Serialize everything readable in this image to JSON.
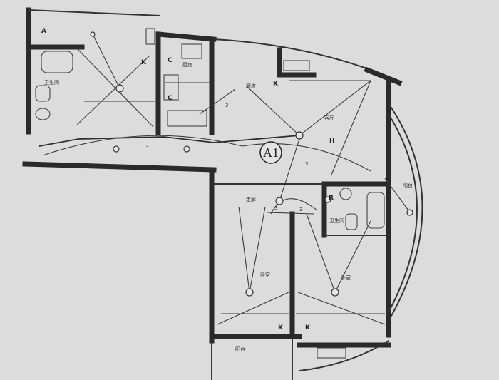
{
  "plan": {
    "unit_label": "A1",
    "room_labels": {
      "bathroom": "卫生间",
      "kitchen": "厨房",
      "living": "客厅",
      "balcony_east": "阳台",
      "bedroom_left": "卧室",
      "bedroom_right": "卧室",
      "balcony_south": "阳台",
      "bathroom_small": "卫生间",
      "hall_small": "厨房",
      "corridor_small": "走廊"
    },
    "switch_label": "K",
    "socket_label": "C",
    "h_label": "H",
    "r_label": "R",
    "three_label": "3",
    "a_label": "A"
  }
}
